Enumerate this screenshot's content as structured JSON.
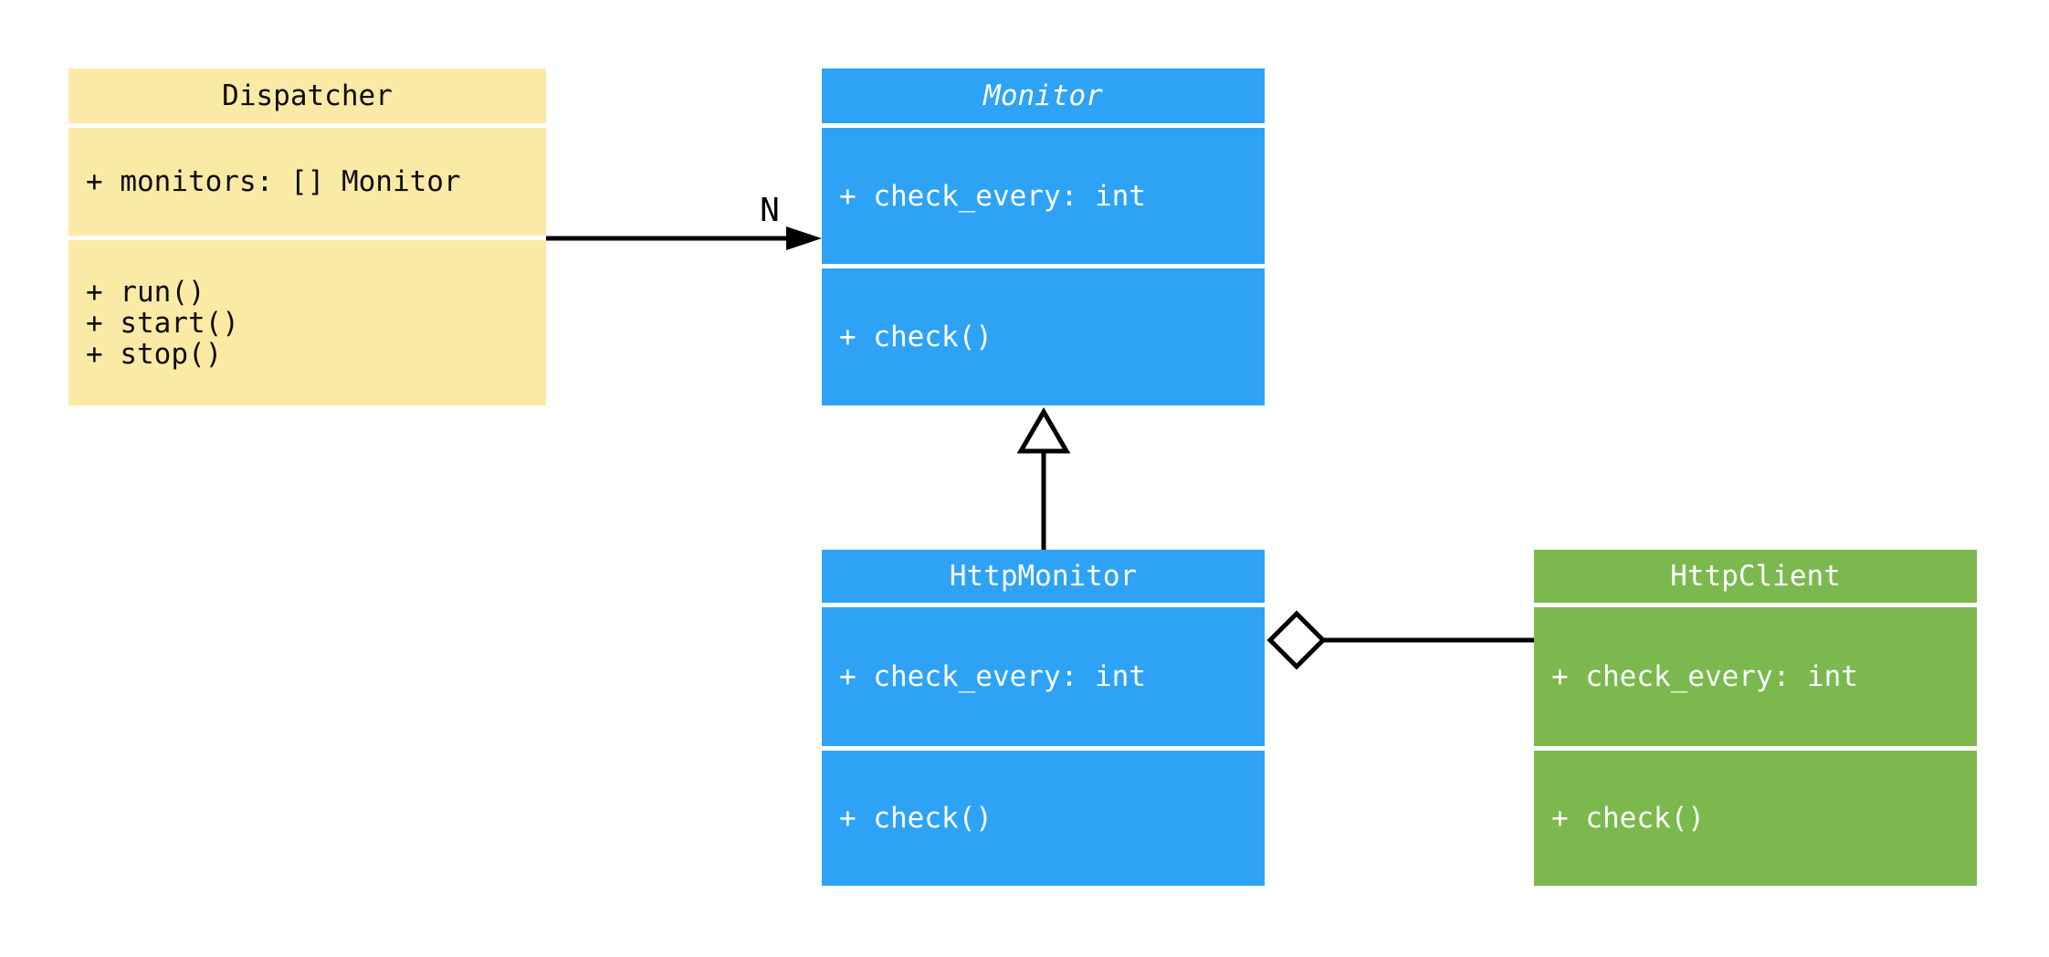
{
  "diagram": {
    "kind": "uml-class-diagram",
    "background_color": "#ffffff",
    "colors": {
      "dispatcher_fill": "#fbe9a6",
      "monitor_fill": "#2ea3f6",
      "http_monitor_fill": "#2ea3f6",
      "http_client_fill": "#7bb94f",
      "connector_color": "#000000",
      "text_on_yellow": "#0d0d0d",
      "text_on_color": "#ffffff"
    },
    "classes": [
      {
        "name": "Dispatcher",
        "abstract": false,
        "attributes": [
          "+ monitors: [] Monitor"
        ],
        "methods": [
          "+ run()",
          "+ start()",
          "+ stop()"
        ]
      },
      {
        "name": "Monitor",
        "abstract": true,
        "attributes": [
          "+ check_every: int"
        ],
        "methods": [
          "+ check()"
        ]
      },
      {
        "name": "HttpMonitor",
        "abstract": false,
        "attributes": [
          "+ check_every: int"
        ],
        "methods": [
          "+ check()"
        ]
      },
      {
        "name": "HttpClient",
        "abstract": false,
        "attributes": [
          "+ check_every: int"
        ],
        "methods": [
          "+ check()"
        ]
      }
    ],
    "relationships": [
      {
        "from": "Dispatcher",
        "to": "Monitor",
        "type": "directed-association",
        "label": "N"
      },
      {
        "from": "HttpMonitor",
        "to": "Monitor",
        "type": "inheritance",
        "label": ""
      },
      {
        "from": "HttpMonitor",
        "to": "HttpClient",
        "type": "aggregation",
        "label": ""
      }
    ]
  }
}
